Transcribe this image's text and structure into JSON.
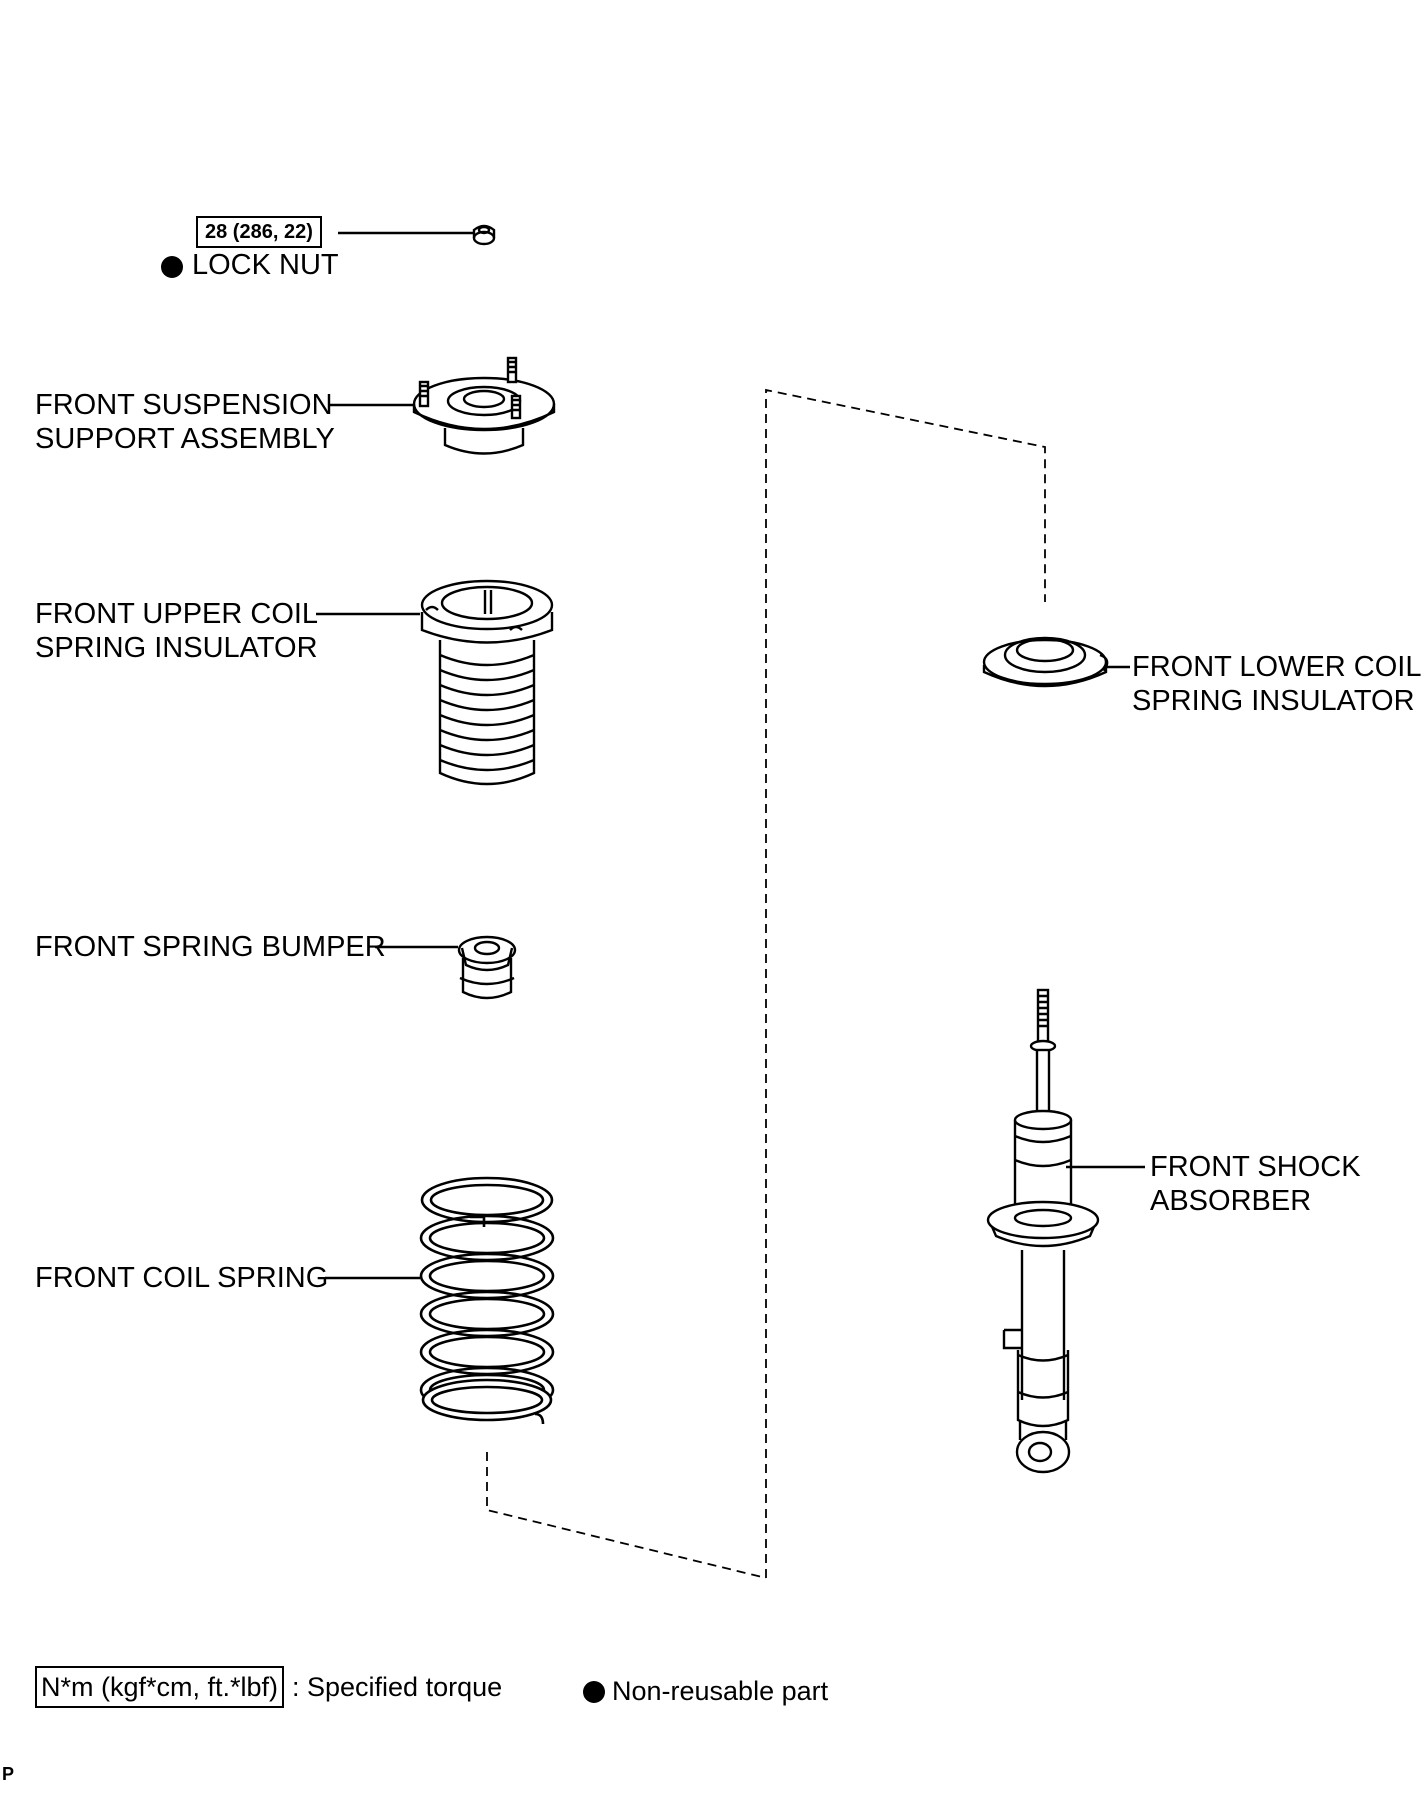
{
  "torque_spec": "28 (286, 22)",
  "parts": {
    "lock_nut": "LOCK NUT",
    "support_line1": "FRONT SUSPENSION",
    "support_line2": "SUPPORT ASSEMBLY",
    "upper_insulator_line1": "FRONT UPPER COIL",
    "upper_insulator_line2": "SPRING INSULATOR",
    "bumper": "FRONT SPRING BUMPER",
    "coil_spring": "FRONT COIL SPRING",
    "lower_insulator_line1": "FRONT LOWER COIL",
    "lower_insulator_line2": "SPRING INSULATOR",
    "shock_line1": "FRONT SHOCK",
    "shock_line2": "ABSORBER"
  },
  "legend": {
    "torque_units": "N*m (kgf*cm, ft.*lbf)",
    "torque_desc": ": Specified torque",
    "nonreusable_desc": "Non-reusable part"
  },
  "corner_mark": "P"
}
